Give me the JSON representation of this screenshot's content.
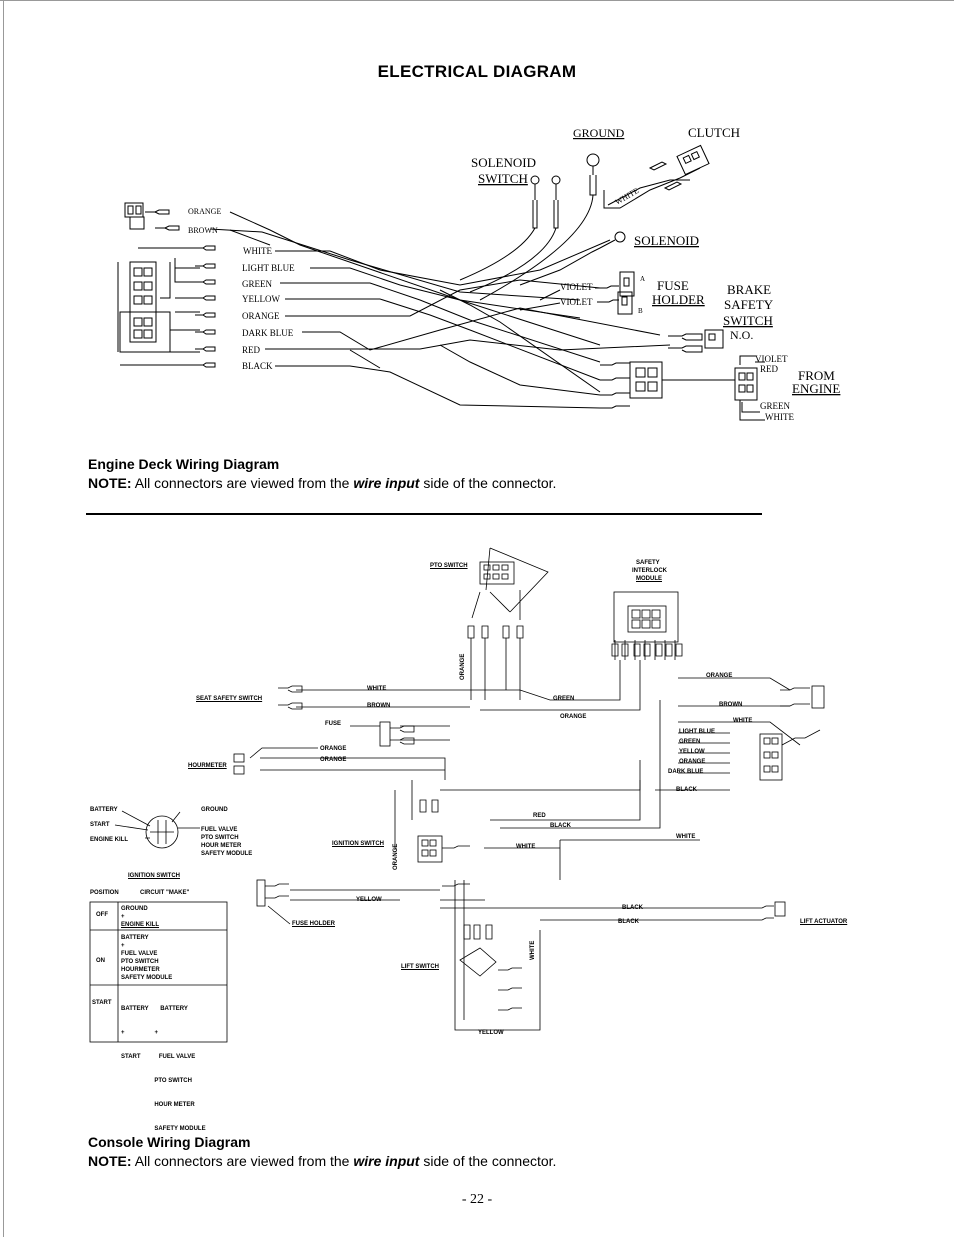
{
  "page": {
    "title": "ELECTRICAL DIAGRAM",
    "page_number": "- 22 -"
  },
  "engine_deck": {
    "caption_title": "Engine Deck Wiring Diagram",
    "note_label": "NOTE:",
    "note_pre": "All connectors are viewed from the",
    "note_em": "wire input",
    "note_post": "side of the connector.",
    "labels": {
      "ground": "GROUND",
      "clutch": "CLUTCH",
      "solenoid_switch_1": "SOLENOID",
      "solenoid_switch_2": "SWITCH",
      "white_diag": "WHITE",
      "solenoid": "SOLENOID",
      "fuse": "FUSE",
      "holder": "HOLDER",
      "fuse_a": "A",
      "fuse_b": "B",
      "violet1": "VIOLET",
      "violet2": "VIOLET",
      "brake1": "BRAKE",
      "brake2": "SAFETY",
      "brake3": "SWITCH",
      "brake4": "N.O.",
      "from1": "FROM",
      "from2": "ENGINE",
      "eng_violet": "VIOLET",
      "eng_red": "RED",
      "eng_green": "GREEN",
      "eng_white": "WHITE"
    },
    "wires": [
      "ORANGE",
      "BROWN",
      "WHITE",
      "LIGHT BLUE",
      "GREEN",
      "YELLOW",
      "ORANGE",
      "DARK BLUE",
      "RED",
      "BLACK"
    ]
  },
  "console": {
    "caption_title": "Console Wiring Diagram",
    "note_label": "NOTE:",
    "note_pre": "All connectors are viewed from the",
    "note_em": "wire input",
    "note_post": "side of the connector.",
    "labels": {
      "pto_switch": "PTO SWITCH",
      "safety1": "SAFETY",
      "safety2": "INTERLOCK",
      "safety3": "MODULE",
      "seat_safety": "SEAT SAFETY SWITCH",
      "white": "WHITE",
      "brown": "BROWN",
      "fuse": "FUSE",
      "orange_v": "ORANGE",
      "green": "GREEN",
      "orange_mid": "ORANGE",
      "orange_right": "ORANGE",
      "brown_right": "BROWN",
      "white_right": "WHITE",
      "light_blue": "LIGHT BLUE",
      "green_r": "GREEN",
      "yellow_r": "YELLOW",
      "orange_r": "ORANGE",
      "dark_blue_r": "DARK BLUE",
      "black_r": "BLACK",
      "hourmeter": "HOURMETER",
      "orange_h1": "ORANGE",
      "orange_h2": "ORANGE",
      "battery": "BATTERY",
      "start": "START",
      "engine_kill": "ENGINE KILL",
      "ground": "GROUND",
      "fuel_valve_list": [
        "FUEL VALVE",
        "PTO SWITCH",
        "HOUR METER",
        "SAFETY MODULE"
      ],
      "ignition_switch": "IGNITION SWITCH",
      "ignition_switch2": "IGNITION SWITCH",
      "red": "RED",
      "black_mid": "BLACK",
      "white_mid": "WHITE",
      "white_ign": "WHITE",
      "orange_ign": "ORANGE",
      "yellow": "YELLOW",
      "fuse_holder": "FUSE HOLDER",
      "black1": "BLACK",
      "black2": "BLACK",
      "lift_actuator": "LIFT ACTUATOR",
      "lift_switch": "LIFT SWITCH",
      "white_lift": "WHITE",
      "yellow_bottom": "YELLOW"
    },
    "table": {
      "col_position": "POSITION",
      "col_circuit": "CIRCUIT \"MAKE\"",
      "rows": [
        {
          "pos": "OFF",
          "lines": [
            "GROUND",
            "+",
            "ENGINE KILL"
          ]
        },
        {
          "pos": "ON",
          "lines": [
            "BATTERY",
            "+",
            "FUEL VALVE",
            "PTO SWITCH",
            "HOURMETER",
            "SAFETY MODULE"
          ]
        },
        {
          "pos": "START",
          "lines": [
            "BATTERY       BATTERY",
            "+                  +",
            "START           FUEL VALVE",
            "                    PTO SWITCH",
            "                    HOUR METER",
            "                    SAFETY MODULE"
          ]
        }
      ]
    }
  }
}
